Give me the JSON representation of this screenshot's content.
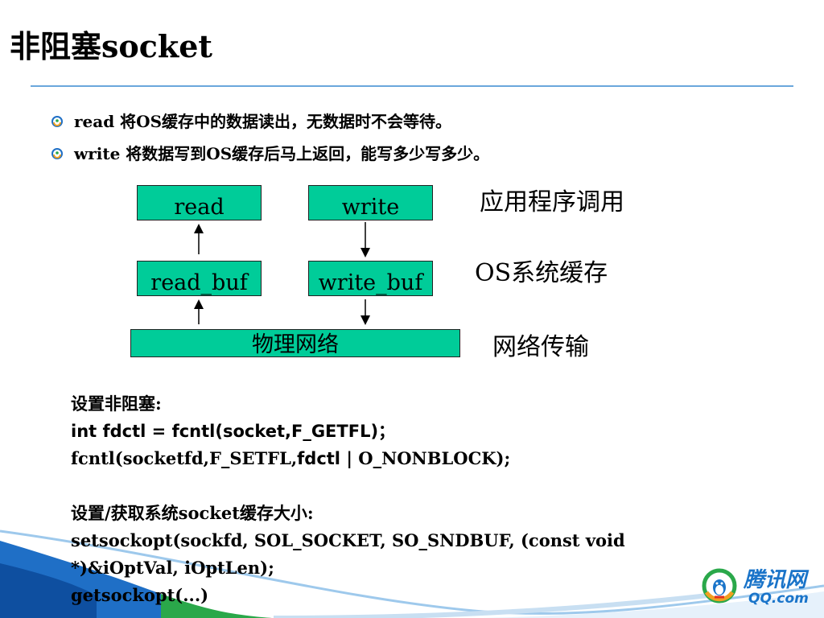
{
  "slide": {
    "title": "非阻塞socket",
    "bullets": [
      "read 将OS缓存中的数据读出，无数据时不会等待。",
      "write 将数据写到OS缓存后马上返回，能写多少写多少。"
    ]
  },
  "diagram": {
    "boxes": {
      "read": "read",
      "write": "write",
      "read_buf": "read_buf",
      "write_buf": "write_buf",
      "network": "物理网络"
    },
    "layer_labels": {
      "app": "应用程序调用",
      "os": "OS系统缓存",
      "net": "网络传输"
    }
  },
  "code": {
    "heading1": "设置非阻塞:",
    "line1": "int fdctl = fcntl(socket,F_GETFL)；",
    "line2_a": "fcntl(socketfd,F_SETFL,",
    "line2_b": "fdctl ",
    "line2_c": "| O_NONBLOCK);",
    "heading2": "设置/获取系统socket缓存大小:",
    "line3": "setsockopt(sockfd, SOL_SOCKET, SO_SNDBUF, (const void",
    "line4": "*)&iOptVal, iOptLen);",
    "line5": "getsockopt(...)"
  },
  "logo": {
    "name": "腾讯网",
    "domain": "QQ.com"
  },
  "colors": {
    "box_fill": "#00cc99",
    "title_rule": "#6aa7dc",
    "logo_blue": "#1a74c9"
  }
}
